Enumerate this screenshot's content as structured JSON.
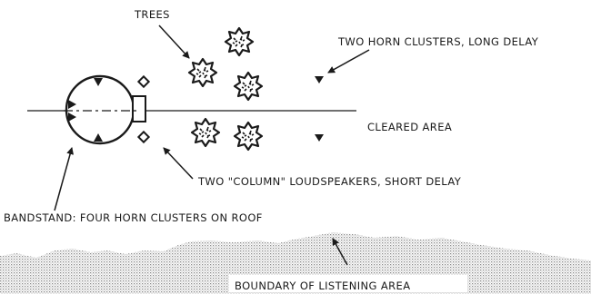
{
  "labels": {
    "trees": "TREES",
    "long_delay": "TWO HORN CLUSTERS, LONG DELAY",
    "cleared_area": "CLEARED AREA",
    "short_delay": "TWO \"COLUMN\" LOUDSPEAKERS, SHORT DELAY",
    "bandstand": "BANDSTAND: FOUR HORN CLUSTERS ON ROOF",
    "boundary": "BOUNDARY OF LISTENING AREA"
  },
  "colors": {
    "ink": "#1a1a1a",
    "stipple": "#9a9a9a",
    "background": "#ffffff"
  },
  "icons": {
    "tree": "tree-icon",
    "horn": "horn-cluster-icon",
    "column": "column-loudspeaker-icon"
  }
}
